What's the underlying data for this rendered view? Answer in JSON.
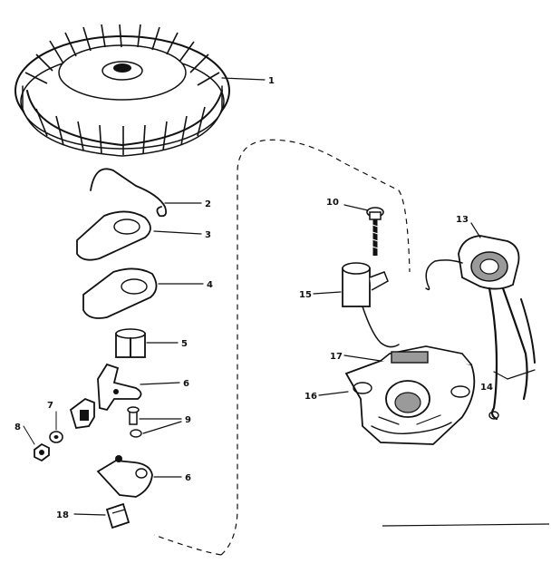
{
  "callouts": {
    "c1": "1",
    "c2": "2",
    "c3": "3",
    "c4": "4",
    "c5": "5",
    "c6a": "6",
    "c6b": "6",
    "c7": "7",
    "c8": "8",
    "c9": "9",
    "c10": "10",
    "c13": "13",
    "c14": "14",
    "c15": "15",
    "c16": "16",
    "c17": "17",
    "c18": "18"
  },
  "colors": {
    "ink": "#111111",
    "paper": "#ffffff",
    "shade": "#9a9a9a"
  }
}
